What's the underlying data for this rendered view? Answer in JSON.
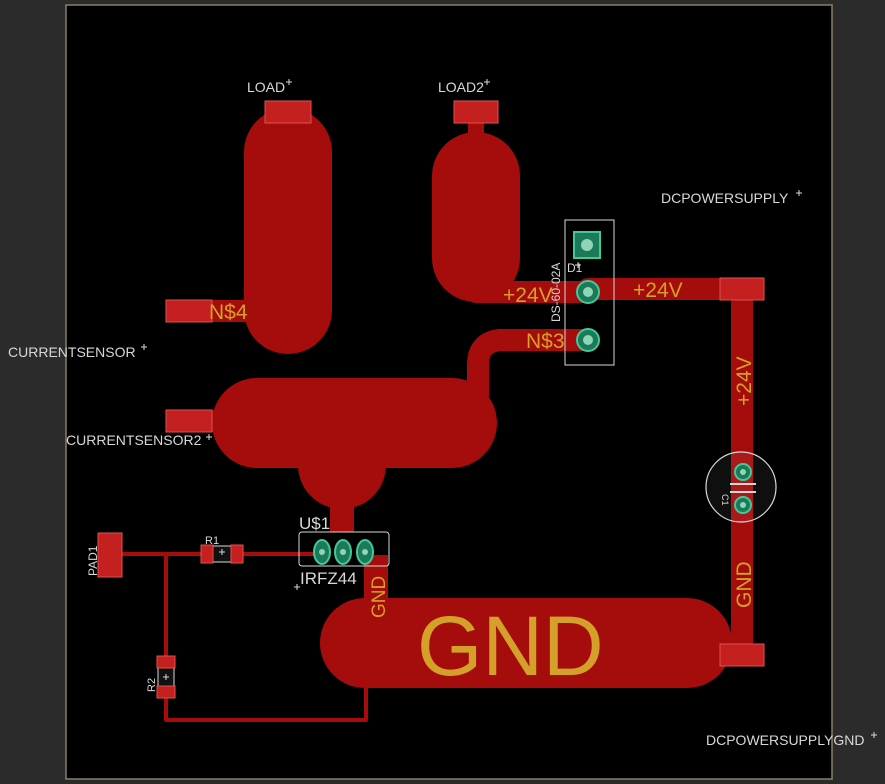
{
  "board": {
    "background_color": "#000000",
    "outline_color": "#8a7f62",
    "copper_color": "#a50c0c",
    "net_label_color": "#d4a02a",
    "silkscreen_color": "#d8d8d8"
  },
  "silkscreen": {
    "load": "LOAD",
    "load2": "LOAD2",
    "dcpowersupply": "DCPOWERSUPPLY",
    "currentsensor": "CURRENTSENSOR",
    "currentsensor2": "CURRENTSENSOR2",
    "dcpowersupplygnd": "DCPOWERSUPPLYGND",
    "pad1": "PAD1",
    "r1": "R1",
    "r2": "R2",
    "u1": "U$1",
    "irfz44": "IRFZ44",
    "d1": "D1",
    "ds_part": "DS-60-02A",
    "c1": "C1"
  },
  "nets": {
    "v24_a": "+24V",
    "v24_b": "+24V",
    "v24_c": "+24V",
    "n4": "N$4",
    "n3": "N$3",
    "gnd_small_a": "GND",
    "gnd_small_b": "GND",
    "gnd_big": "GND"
  },
  "icons": {
    "origin_cross": "plus-icon",
    "via": "via-icon",
    "pad": "smd-pad-icon"
  }
}
